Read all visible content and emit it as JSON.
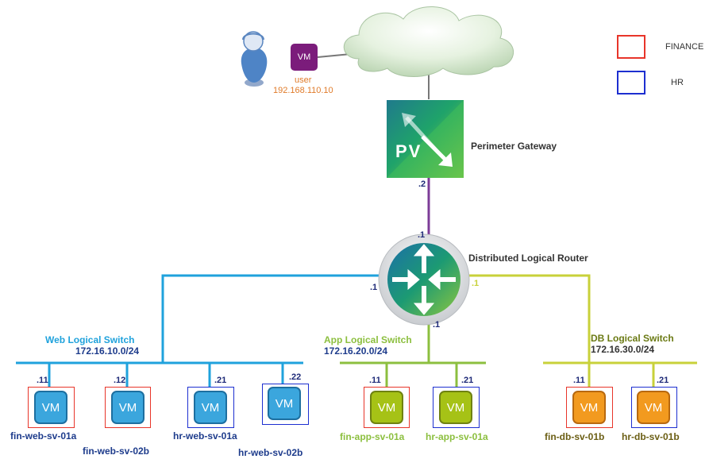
{
  "legend": {
    "finance": "FINANCE",
    "hr": "HR",
    "finance_color": "#e8352a",
    "hr_color": "#1d2fd0"
  },
  "user": {
    "vm_label": "VM",
    "name": "user",
    "ip": "192.168.110.10"
  },
  "perimeter": {
    "name": "Perimeter Gateway",
    "logo_text": "PV",
    "ip_down": ".2"
  },
  "router": {
    "name": "Distributed Logical Router",
    "ip_up": ".1",
    "ip_web": ".1",
    "ip_db": ".1",
    "ip_app": ".1"
  },
  "switches": {
    "web": {
      "name": "Web Logical Switch",
      "subnet": "172.16.10.0/24",
      "color": "#1fa2dc"
    },
    "app": {
      "name": "App Logical Switch",
      "subnet": "172.16.20.0/24",
      "color": "#8cbf3f"
    },
    "db": {
      "name": "DB Logical Switch",
      "subnet": "172.16.30.0/24",
      "color": "#c8d13a"
    }
  },
  "vms": [
    {
      "name": "fin-web-sv-01a",
      "ip": ".11",
      "label": "VM"
    },
    {
      "name": "fin-web-sv-02b",
      "ip": ".12",
      "label": "VM"
    },
    {
      "name": "hr-web-sv-01a",
      "ip": ".21",
      "label": "VM"
    },
    {
      "name": "hr-web-sv-02b",
      "ip": ".22",
      "label": "VM"
    },
    {
      "name": "fin-app-sv-01a",
      "ip": ".11",
      "label": "VM"
    },
    {
      "name": "hr-app-sv-01a",
      "ip": ".21",
      "label": "VM"
    },
    {
      "name": "fin-db-sv-01b",
      "ip": ".11",
      "label": "VM"
    },
    {
      "name": "hr-db-sv-01b",
      "ip": ".21",
      "label": "VM"
    }
  ]
}
